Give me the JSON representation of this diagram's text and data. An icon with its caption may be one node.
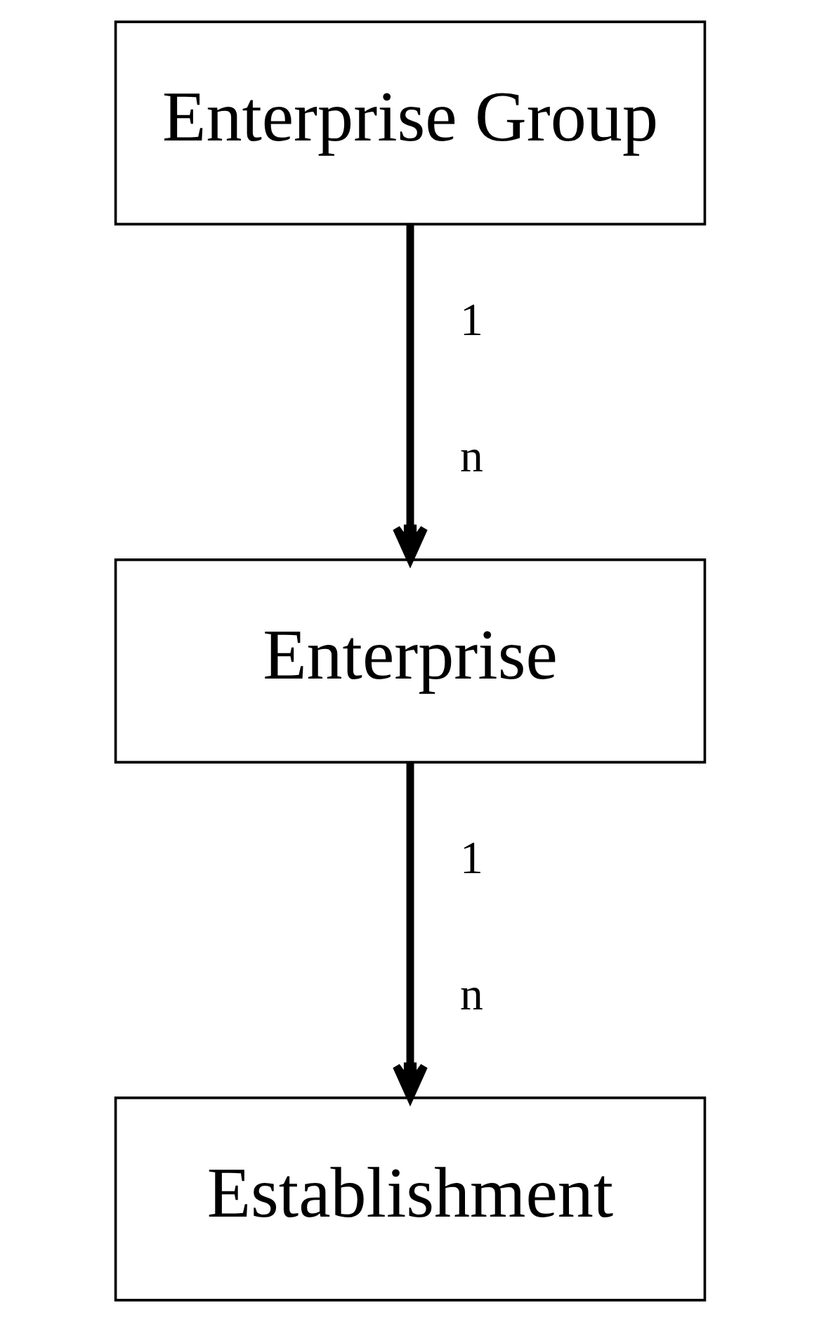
{
  "diagram": {
    "nodes": [
      {
        "text": [
          "Enterprise Group"
        ]
      },
      {
        "text": [
          "Enterprise"
        ]
      },
      {
        "text": [
          "Establishment"
        ]
      }
    ],
    "edges": [
      {
        "from": 0,
        "to": 1,
        "arrow": "to"
      },
      {
        "from": 1,
        "to": 2,
        "arrow": "to"
      }
    ],
    "labels": [
      "1",
      "n",
      "1",
      "n"
    ]
  }
}
